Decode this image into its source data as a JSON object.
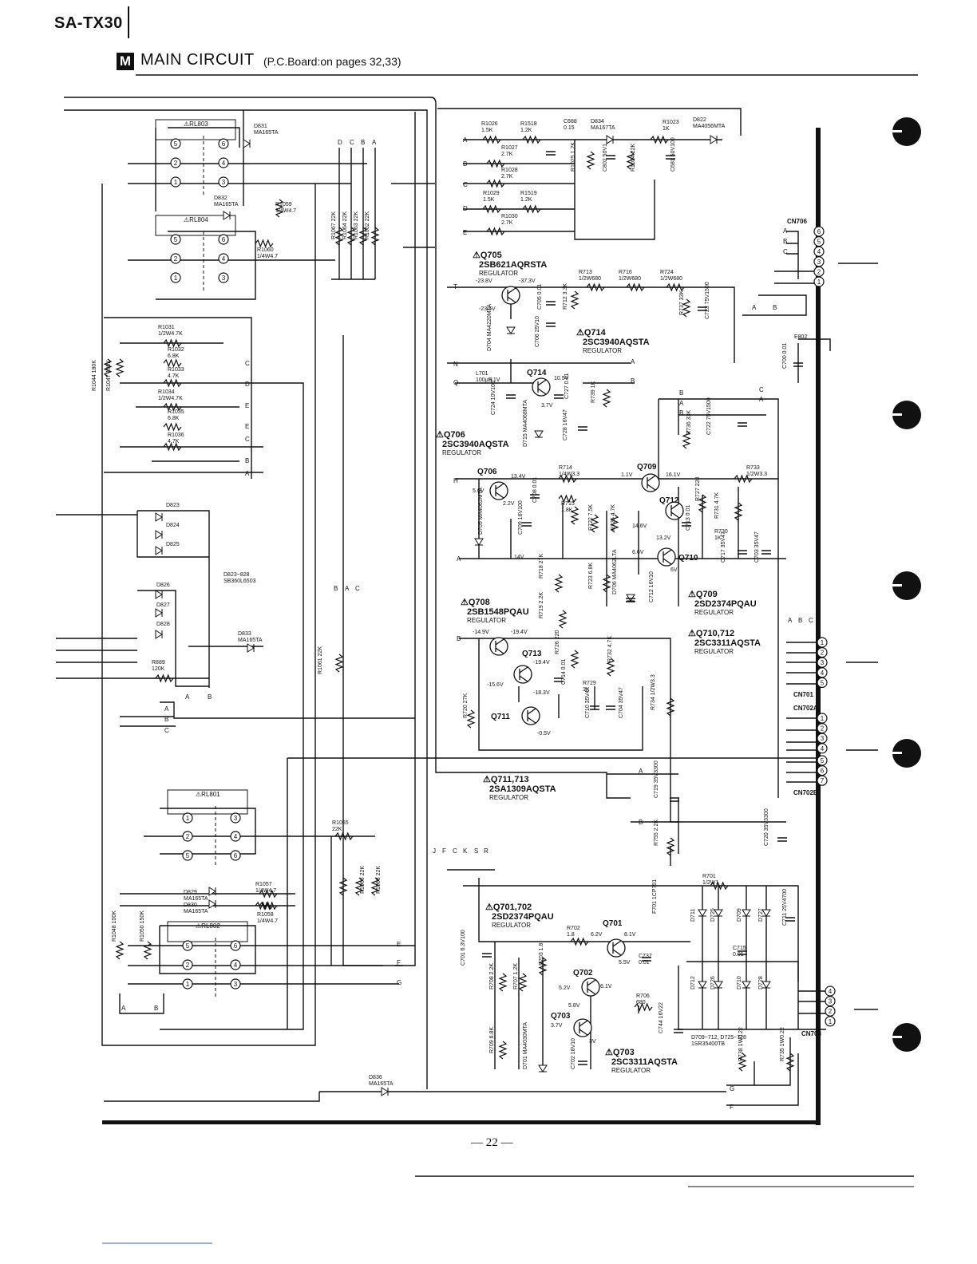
{
  "header": {
    "model": "SA-TX30",
    "section_letter": "M",
    "title": "MAIN  CIRCUIT",
    "board_note": "(P.C.Board:on pages 32,33)"
  },
  "page_number": "— 22 —",
  "relays": [
    {
      "ref": "RL803",
      "pins": [
        "5",
        "6",
        "2",
        "4",
        "1",
        "3"
      ]
    },
    {
      "ref": "RL804",
      "pins": [
        "5",
        "6",
        "2",
        "4",
        "1",
        "3"
      ]
    },
    {
      "ref": "RL801",
      "pins": [
        "1",
        "3",
        "2",
        "4",
        "5",
        "6"
      ]
    },
    {
      "ref": "RL802",
      "pins": [
        "5",
        "6",
        "2",
        "4",
        "1",
        "3"
      ]
    }
  ],
  "components": [
    {
      "ref": "D831",
      "value": "MA165TA"
    },
    {
      "ref": "D832",
      "value": "MA165TA"
    },
    {
      "ref": "R1059",
      "value": "1/4W4.7"
    },
    {
      "ref": "R1060",
      "value": "1/4W4.7"
    },
    {
      "ref": "R1067",
      "value": "22K"
    },
    {
      "ref": "R1064",
      "value": "22K"
    },
    {
      "ref": "R1063",
      "value": "22K"
    },
    {
      "ref": "R1062",
      "value": "22K"
    },
    {
      "ref": "R1026",
      "value": "1.5K"
    },
    {
      "ref": "R1518",
      "value": "1.2K"
    },
    {
      "ref": "C688",
      "value": "0.15"
    },
    {
      "ref": "D834",
      "value": "MA167TA"
    },
    {
      "ref": "R1023",
      "value": "1K"
    },
    {
      "ref": "D822",
      "value": "MA4056MTA"
    },
    {
      "ref": "R1027",
      "value": "2.7K"
    },
    {
      "ref": "R1028",
      "value": "2.7K"
    },
    {
      "ref": "R1029",
      "value": "1.5K"
    },
    {
      "ref": "R1519",
      "value": "1.2K"
    },
    {
      "ref": "R1030",
      "value": "2.7K"
    },
    {
      "ref": "R1025",
      "value": "1.2K"
    },
    {
      "ref": "C802",
      "value": "50V1"
    },
    {
      "ref": "R1024",
      "value": "22K"
    },
    {
      "ref": "C681",
      "value": "50V100"
    },
    {
      "ref": "R1031",
      "value": "1/2W4.7K"
    },
    {
      "ref": "R1032",
      "value": "6.8K"
    },
    {
      "ref": "R1033",
      "value": "4.7K"
    },
    {
      "ref": "R1034",
      "value": "1/2W4.7K"
    },
    {
      "ref": "R1035",
      "value": "6.8K"
    },
    {
      "ref": "R1036",
      "value": "4.7K"
    },
    {
      "ref": "R1044",
      "value": "180K"
    },
    {
      "ref": "R1047",
      "value": "180K"
    },
    {
      "ref": "D823",
      "value": ""
    },
    {
      "ref": "D824",
      "value": ""
    },
    {
      "ref": "D825",
      "value": ""
    },
    {
      "ref": "D826",
      "value": ""
    },
    {
      "ref": "D827",
      "value": ""
    },
    {
      "ref": "D828",
      "value": ""
    },
    {
      "ref": "D823~828",
      "value": "SB360L6503"
    },
    {
      "ref": "D833",
      "value": "MA165TA"
    },
    {
      "ref": "R889",
      "value": "120K"
    },
    {
      "ref": "R1061",
      "value": "22K"
    },
    {
      "ref": "R1065",
      "value": "22K"
    },
    {
      "ref": "R1066",
      "value": "22K"
    },
    {
      "ref": "R1068",
      "value": "22K"
    },
    {
      "ref": "D829",
      "value": "MA165TA"
    },
    {
      "ref": "D830",
      "value": "MA165TA"
    },
    {
      "ref": "R1057",
      "value": "1/4W4.7"
    },
    {
      "ref": "R1058",
      "value": "1/4W4.7"
    },
    {
      "ref": "R1048",
      "value": "100K"
    },
    {
      "ref": "R1050",
      "value": "150K"
    },
    {
      "ref": "D836",
      "value": "MA165TA"
    },
    {
      "ref": "R713",
      "value": "1/2W680"
    },
    {
      "ref": "R716",
      "value": "1/2W680"
    },
    {
      "ref": "R724",
      "value": "1/2W680"
    },
    {
      "ref": "C705",
      "value": "0.01"
    },
    {
      "ref": "R712",
      "value": "3.3K"
    },
    {
      "ref": "R737",
      "value": "33K"
    },
    {
      "ref": "C723",
      "value": "75V1500"
    },
    {
      "ref": "D704",
      "value": "MA4220MTA"
    },
    {
      "ref": "C706",
      "value": "25V10"
    },
    {
      "ref": "L701",
      "value": "100μH"
    },
    {
      "ref": "C724",
      "value": "10V100"
    },
    {
      "ref": "C727",
      "value": "0.01"
    },
    {
      "ref": "R739",
      "value": "1K"
    },
    {
      "ref": "D715",
      "value": "MA4068MTA"
    },
    {
      "ref": "C728",
      "value": "16V47"
    },
    {
      "ref": "R736",
      "value": "33K"
    },
    {
      "ref": "C722",
      "value": "75V1500"
    },
    {
      "ref": "C700",
      "value": "0.01"
    },
    {
      "ref": "E802",
      "value": ""
    },
    {
      "ref": "R714",
      "value": "1/4W3.3"
    },
    {
      "ref": "R733",
      "value": "1/2W3.3"
    },
    {
      "ref": "C708",
      "value": "0.01"
    },
    {
      "ref": "R715",
      "value": "1.8K"
    },
    {
      "ref": "R722",
      "value": "7.5K"
    },
    {
      "ref": "R725",
      "value": "4.7K"
    },
    {
      "ref": "R727",
      "value": "220"
    },
    {
      "ref": "R731",
      "value": "4.7K"
    },
    {
      "ref": "C713",
      "value": "0.01"
    },
    {
      "ref": "R730",
      "value": "1K"
    },
    {
      "ref": "D705",
      "value": "MA4062MTA"
    },
    {
      "ref": "C709",
      "value": "16V100"
    },
    {
      "ref": "C717",
      "value": "35V47"
    },
    {
      "ref": "C703",
      "value": "35V47"
    },
    {
      "ref": "R718",
      "value": "27K"
    },
    {
      "ref": "R723",
      "value": "6.8K"
    },
    {
      "ref": "D706",
      "value": "MA4062LTA"
    },
    {
      "ref": "C712",
      "value": "16V10"
    },
    {
      "ref": "R719",
      "value": "2.2K"
    },
    {
      "ref": "R726",
      "value": "220"
    },
    {
      "ref": "R732",
      "value": "4.7K"
    },
    {
      "ref": "C714",
      "value": "0.01"
    },
    {
      "ref": "R729",
      "value": "1K"
    },
    {
      "ref": "R720",
      "value": "27K"
    },
    {
      "ref": "C710",
      "value": "35V47"
    },
    {
      "ref": "C704",
      "value": "35V47"
    },
    {
      "ref": "R734",
      "value": "1/2W3.3"
    },
    {
      "ref": "C719",
      "value": "35V3300"
    },
    {
      "ref": "R755",
      "value": "2.2K"
    },
    {
      "ref": "C720",
      "value": "35V3300"
    },
    {
      "ref": "R701",
      "value": "1/2W1"
    },
    {
      "ref": "R702",
      "value": "1.8"
    },
    {
      "ref": "F701",
      "value": "1CP701"
    },
    {
      "ref": "C701",
      "value": "6.3V100"
    },
    {
      "ref": "C737",
      "value": "0.01"
    },
    {
      "ref": "R708",
      "value": "2.2K"
    },
    {
      "ref": "R707",
      "value": "1.2K"
    },
    {
      "ref": "R703",
      "value": "1.8"
    },
    {
      "ref": "R706",
      "value": "680"
    },
    {
      "ref": "C744",
      "value": "16V22"
    },
    {
      "ref": "R709",
      "value": "6.8K"
    },
    {
      "ref": "D701",
      "value": "MA4030MTA"
    },
    {
      "ref": "C702",
      "value": "16V10"
    },
    {
      "ref": "D711",
      "value": ""
    },
    {
      "ref": "D725",
      "value": ""
    },
    {
      "ref": "D709",
      "value": ""
    },
    {
      "ref": "D727",
      "value": ""
    },
    {
      "ref": "C711",
      "value": "25V4700"
    },
    {
      "ref": "C715",
      "value": "0.01"
    },
    {
      "ref": "D712",
      "value": ""
    },
    {
      "ref": "D726",
      "value": ""
    },
    {
      "ref": "D710",
      "value": ""
    },
    {
      "ref": "D728",
      "value": ""
    },
    {
      "ref": "D709~712, D725~728",
      "value": "1SR35400TB"
    },
    {
      "ref": "R738",
      "value": "1W0.22"
    },
    {
      "ref": "R735",
      "value": "1W0.22"
    }
  ],
  "transistors": [
    {
      "ref": "Q705",
      "part": "2SB621AQRSTA",
      "role": "REGULATOR"
    },
    {
      "ref": "Q714",
      "part": "2SC3940AQSTA",
      "role": "REGULATOR"
    },
    {
      "ref": "Q706",
      "part": "2SC3940AQSTA",
      "role": "REGULATOR"
    },
    {
      "ref": "Q708",
      "part": "2SB1548PQAU",
      "role": "REGULATOR"
    },
    {
      "ref": "Q709",
      "part": "2SD2374PQAU",
      "role": "REGULATOR"
    },
    {
      "ref": "Q710,712",
      "part": "2SC3311AQSTA",
      "role": "REGULATOR"
    },
    {
      "ref": "Q711,713",
      "part": "2SA1309AQSTA",
      "role": "REGULATOR"
    },
    {
      "ref": "Q701,702",
      "part": "2SD2374PQAU",
      "role": "REGULATOR"
    },
    {
      "ref": "Q703",
      "part": "2SC3311AQSTA",
      "role": "REGULATOR"
    }
  ],
  "transistor_tags": [
    "Q714",
    "Q706",
    "Q709",
    "Q712",
    "Q710",
    "Q713",
    "Q711",
    "Q701",
    "Q702",
    "Q703"
  ],
  "voltages": [
    "-23.8V",
    "-37.3V",
    "-23.5V",
    "6.1V",
    "10.5V",
    "3.7V",
    "13.4V",
    "5.6V",
    "2.2V",
    "14V",
    "1.1V",
    "16.1V",
    "14.6V",
    "13.2V",
    "6.6V",
    "6V",
    "-14.9V",
    "-19.4V",
    "-19.4V",
    "-15.6V",
    "-18.3V",
    "-0.5V",
    "6.2V",
    "8.1V",
    "5.5V",
    "6.1V",
    "5.2V",
    "5.8V",
    "3.7V",
    "3V"
  ],
  "connectors": [
    {
      "ref": "CN706",
      "pins": [
        "6",
        "5",
        "4",
        "3",
        "2",
        "1"
      ]
    },
    {
      "ref": "CN701",
      "pins": [
        "1",
        "2",
        "3",
        "4",
        "5"
      ]
    },
    {
      "ref": "CN702A",
      "pins": [
        "1",
        "2",
        "3",
        "4"
      ]
    },
    {
      "ref": "CN702B",
      "pins": [
        "5",
        "6",
        "7"
      ]
    },
    {
      "ref": "CN703",
      "pins": [
        "4",
        "3",
        "2",
        "1"
      ]
    }
  ],
  "net_labels": {
    "dcba": [
      "D",
      "C",
      "B",
      "A"
    ],
    "rc_rows": [
      "A",
      "B",
      "C",
      "D",
      "E"
    ],
    "left_rows": [
      "C",
      "D",
      "E",
      "E",
      "C",
      "B",
      "A"
    ],
    "mid_rows": [
      "B",
      "A",
      "B",
      "C",
      "A"
    ],
    "bac": [
      "B",
      "A",
      "C"
    ],
    "jfcksr": [
      "J",
      "F",
      "C",
      "K",
      "S",
      "R"
    ],
    "efg": [
      "E",
      "F",
      "G"
    ],
    "gf": [
      "G",
      "F"
    ],
    "ab": [
      "A",
      "B"
    ],
    "abc": [
      "A",
      "B",
      "C"
    ],
    "tnq": [
      "T",
      "N",
      "Q",
      "H",
      "A",
      "B"
    ]
  }
}
